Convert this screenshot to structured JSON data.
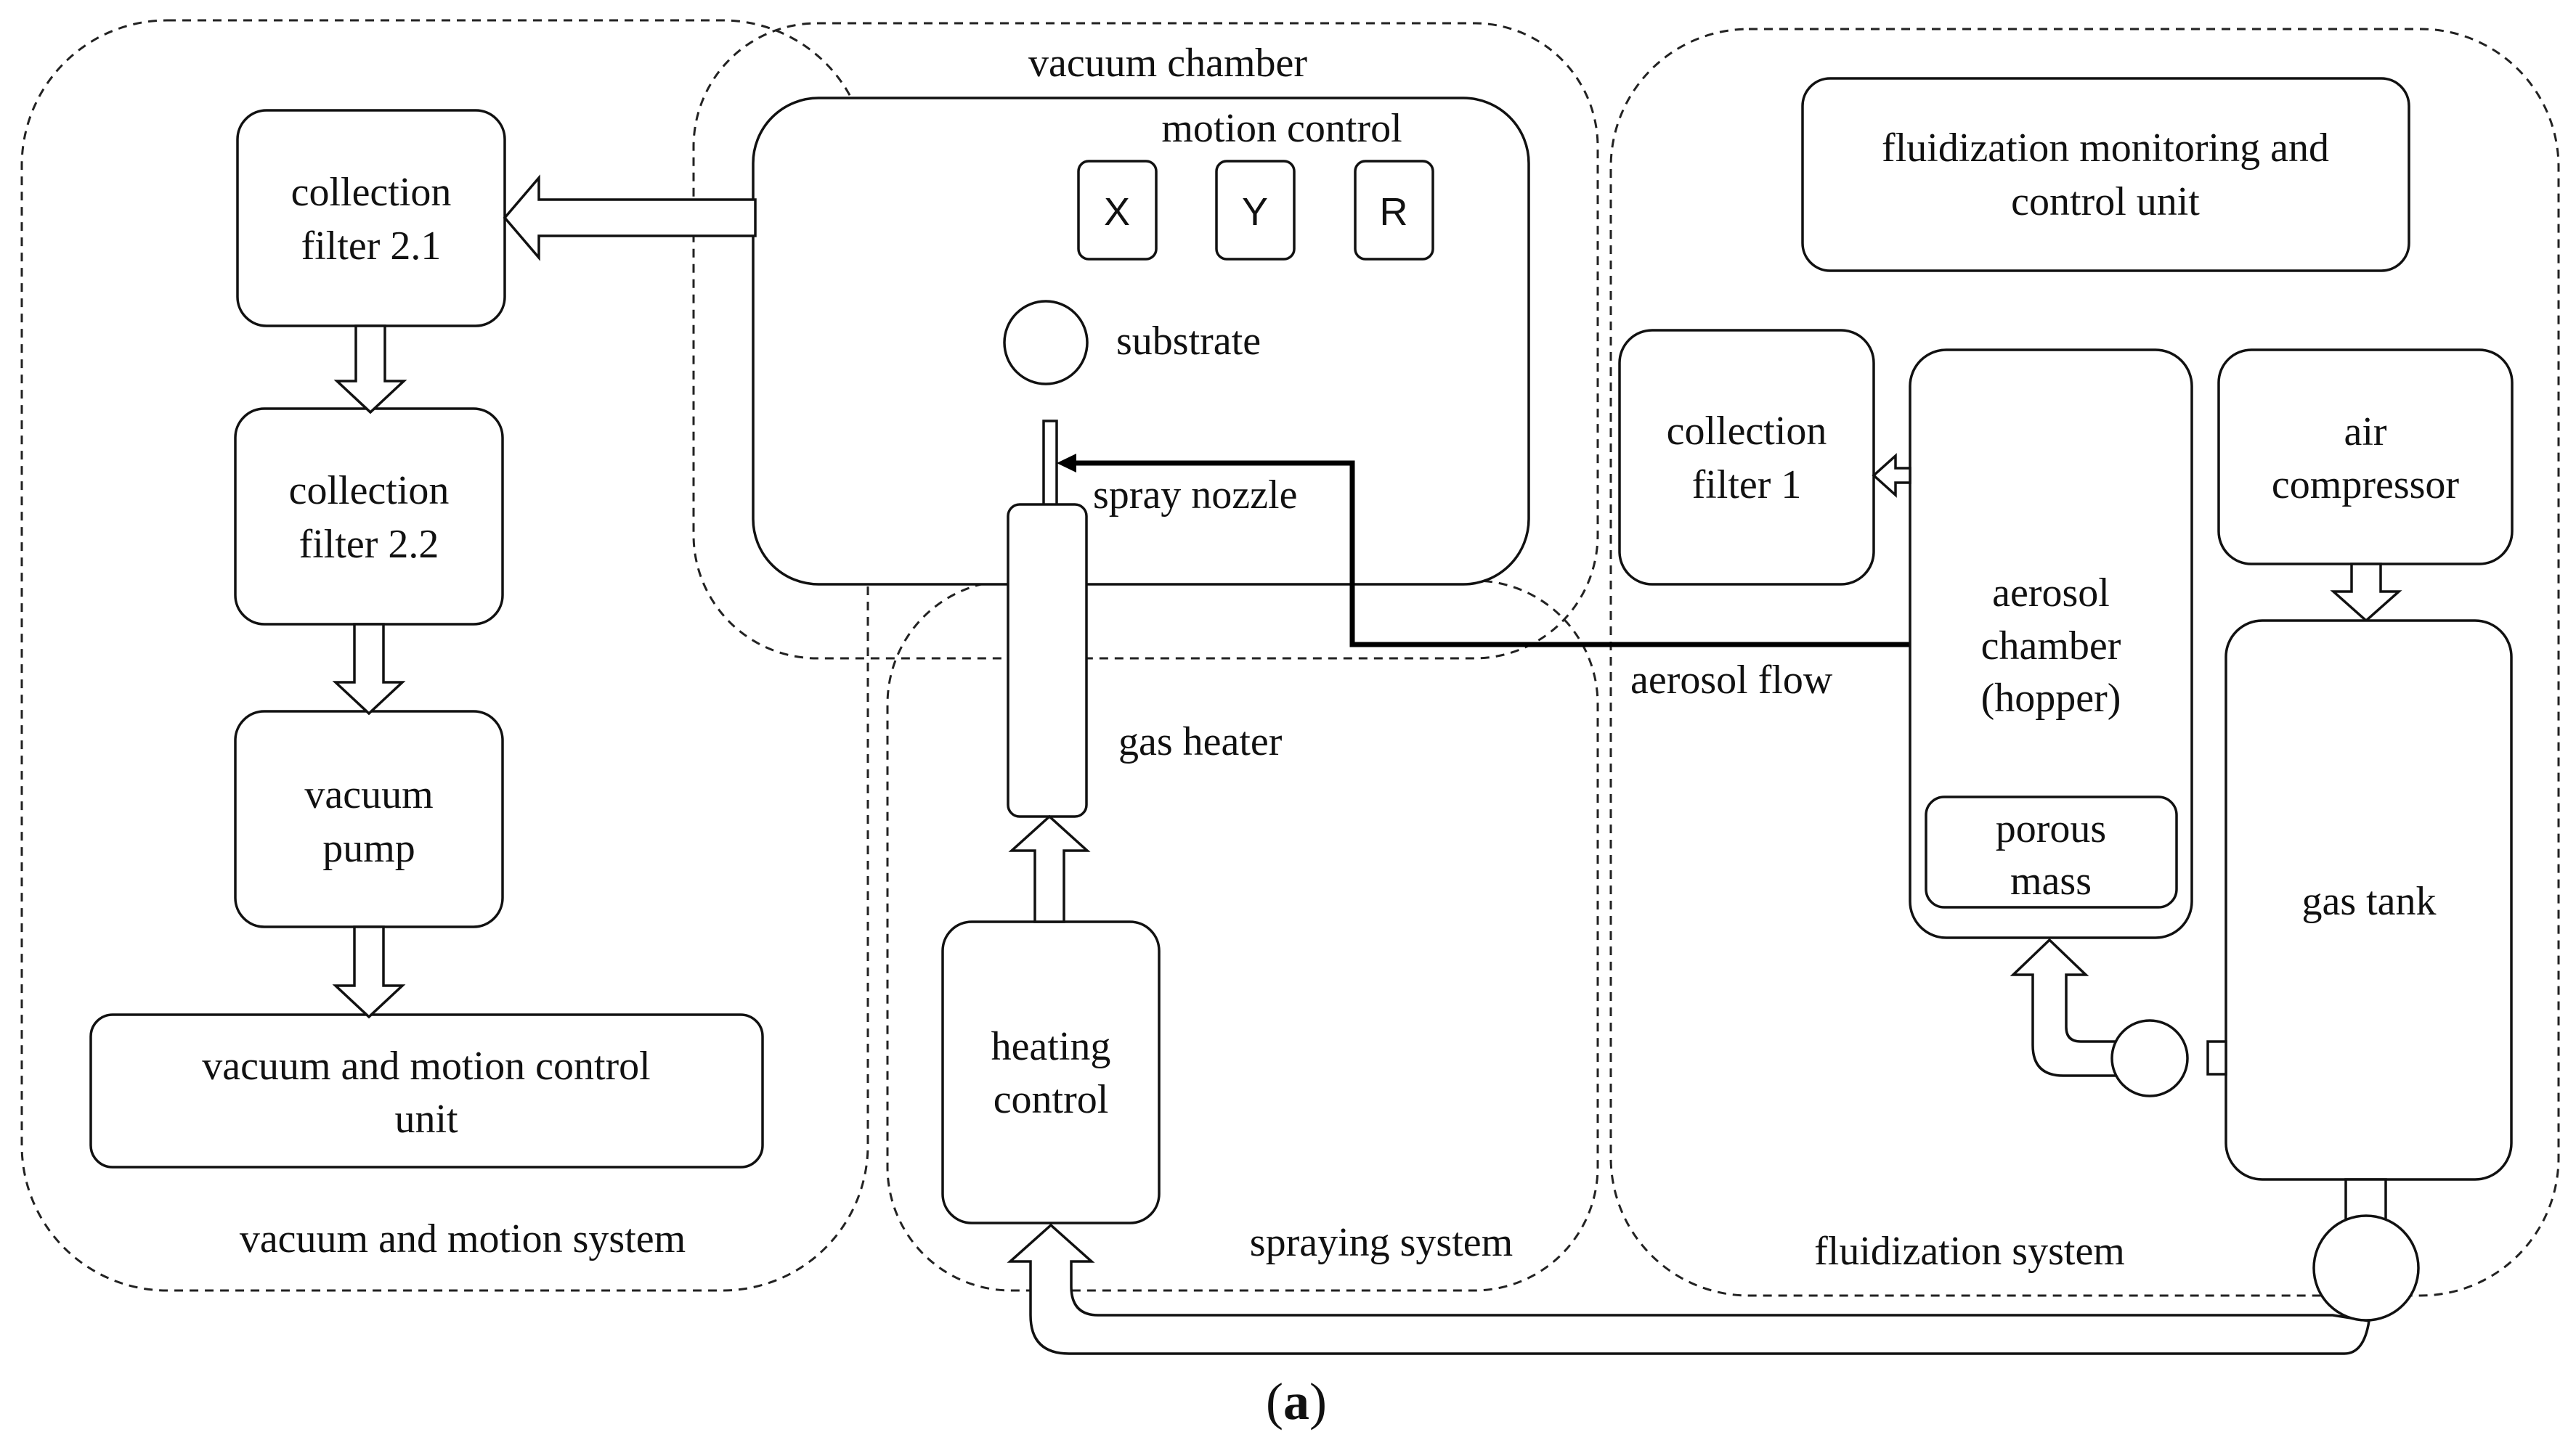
{
  "diagram": {
    "groups": {
      "vacuum_motion_system": "vacuum and motion system",
      "vacuum_chamber": "vacuum chamber",
      "spraying_system": "spraying system",
      "fluidization_system": "fluidization system"
    },
    "vacuum_chamber": {
      "motion_control": "motion control",
      "axes": [
        "X",
        "Y",
        "R"
      ],
      "substrate": "substrate",
      "spray_nozzle": "spray nozzle"
    },
    "vacuum_side": {
      "filter_2_1": [
        "collection",
        "filter 2.1"
      ],
      "filter_2_2": [
        "collection",
        "filter 2.2"
      ],
      "vacuum_pump": [
        "vacuum",
        "pump"
      ],
      "control_unit": [
        "vacuum and motion control",
        "unit"
      ]
    },
    "spraying_side": {
      "gas_heater": "gas heater",
      "heating_control": [
        "heating",
        "control"
      ]
    },
    "fluidization_side": {
      "monitoring_unit": [
        "fluidization monitoring and",
        "control unit"
      ],
      "filter_1": [
        "collection",
        "filter 1"
      ],
      "air_compressor": [
        "air",
        "compressor"
      ],
      "aerosol_chamber": [
        "aerosol",
        "chamber",
        "(hopper)"
      ],
      "porous_mass": [
        "porous",
        "mass"
      ],
      "gas_tank": "gas tank",
      "aerosol_flow": "aerosol flow"
    },
    "caption": {
      "open": "(",
      "letter": "a",
      "close": ")"
    }
  }
}
